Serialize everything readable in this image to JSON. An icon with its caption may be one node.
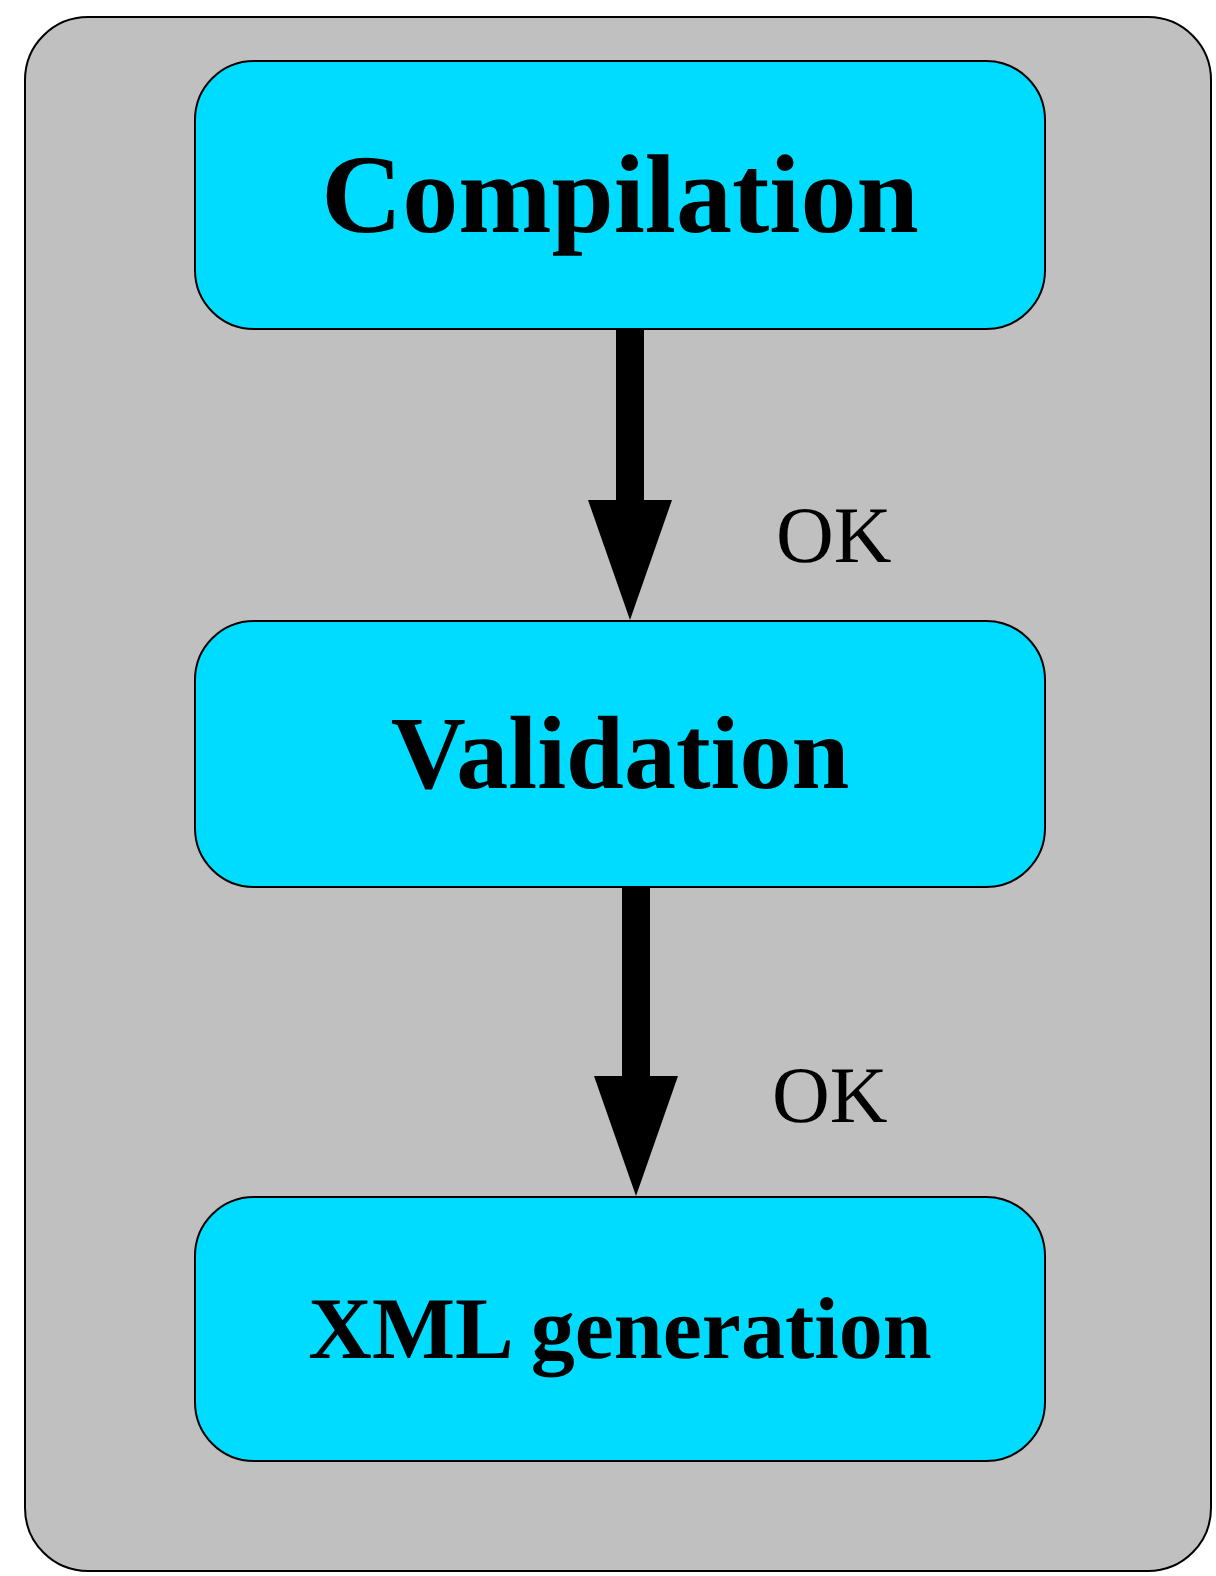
{
  "diagram": {
    "nodes": [
      {
        "text": [],
        "shape": "box"
      },
      {
        "text": [
          "Compilation"
        ],
        "in": 0
      },
      {
        "text": [
          "Validation"
        ],
        "in": 0
      },
      {
        "text": [
          "XML generation"
        ],
        "in": 0
      }
    ],
    "edges": [
      {
        "from": 1,
        "to": 2,
        "arrow": "to",
        "label": "OK"
      },
      {
        "from": 2,
        "to": 3,
        "arrow": "to",
        "label": "OK"
      }
    ]
  }
}
